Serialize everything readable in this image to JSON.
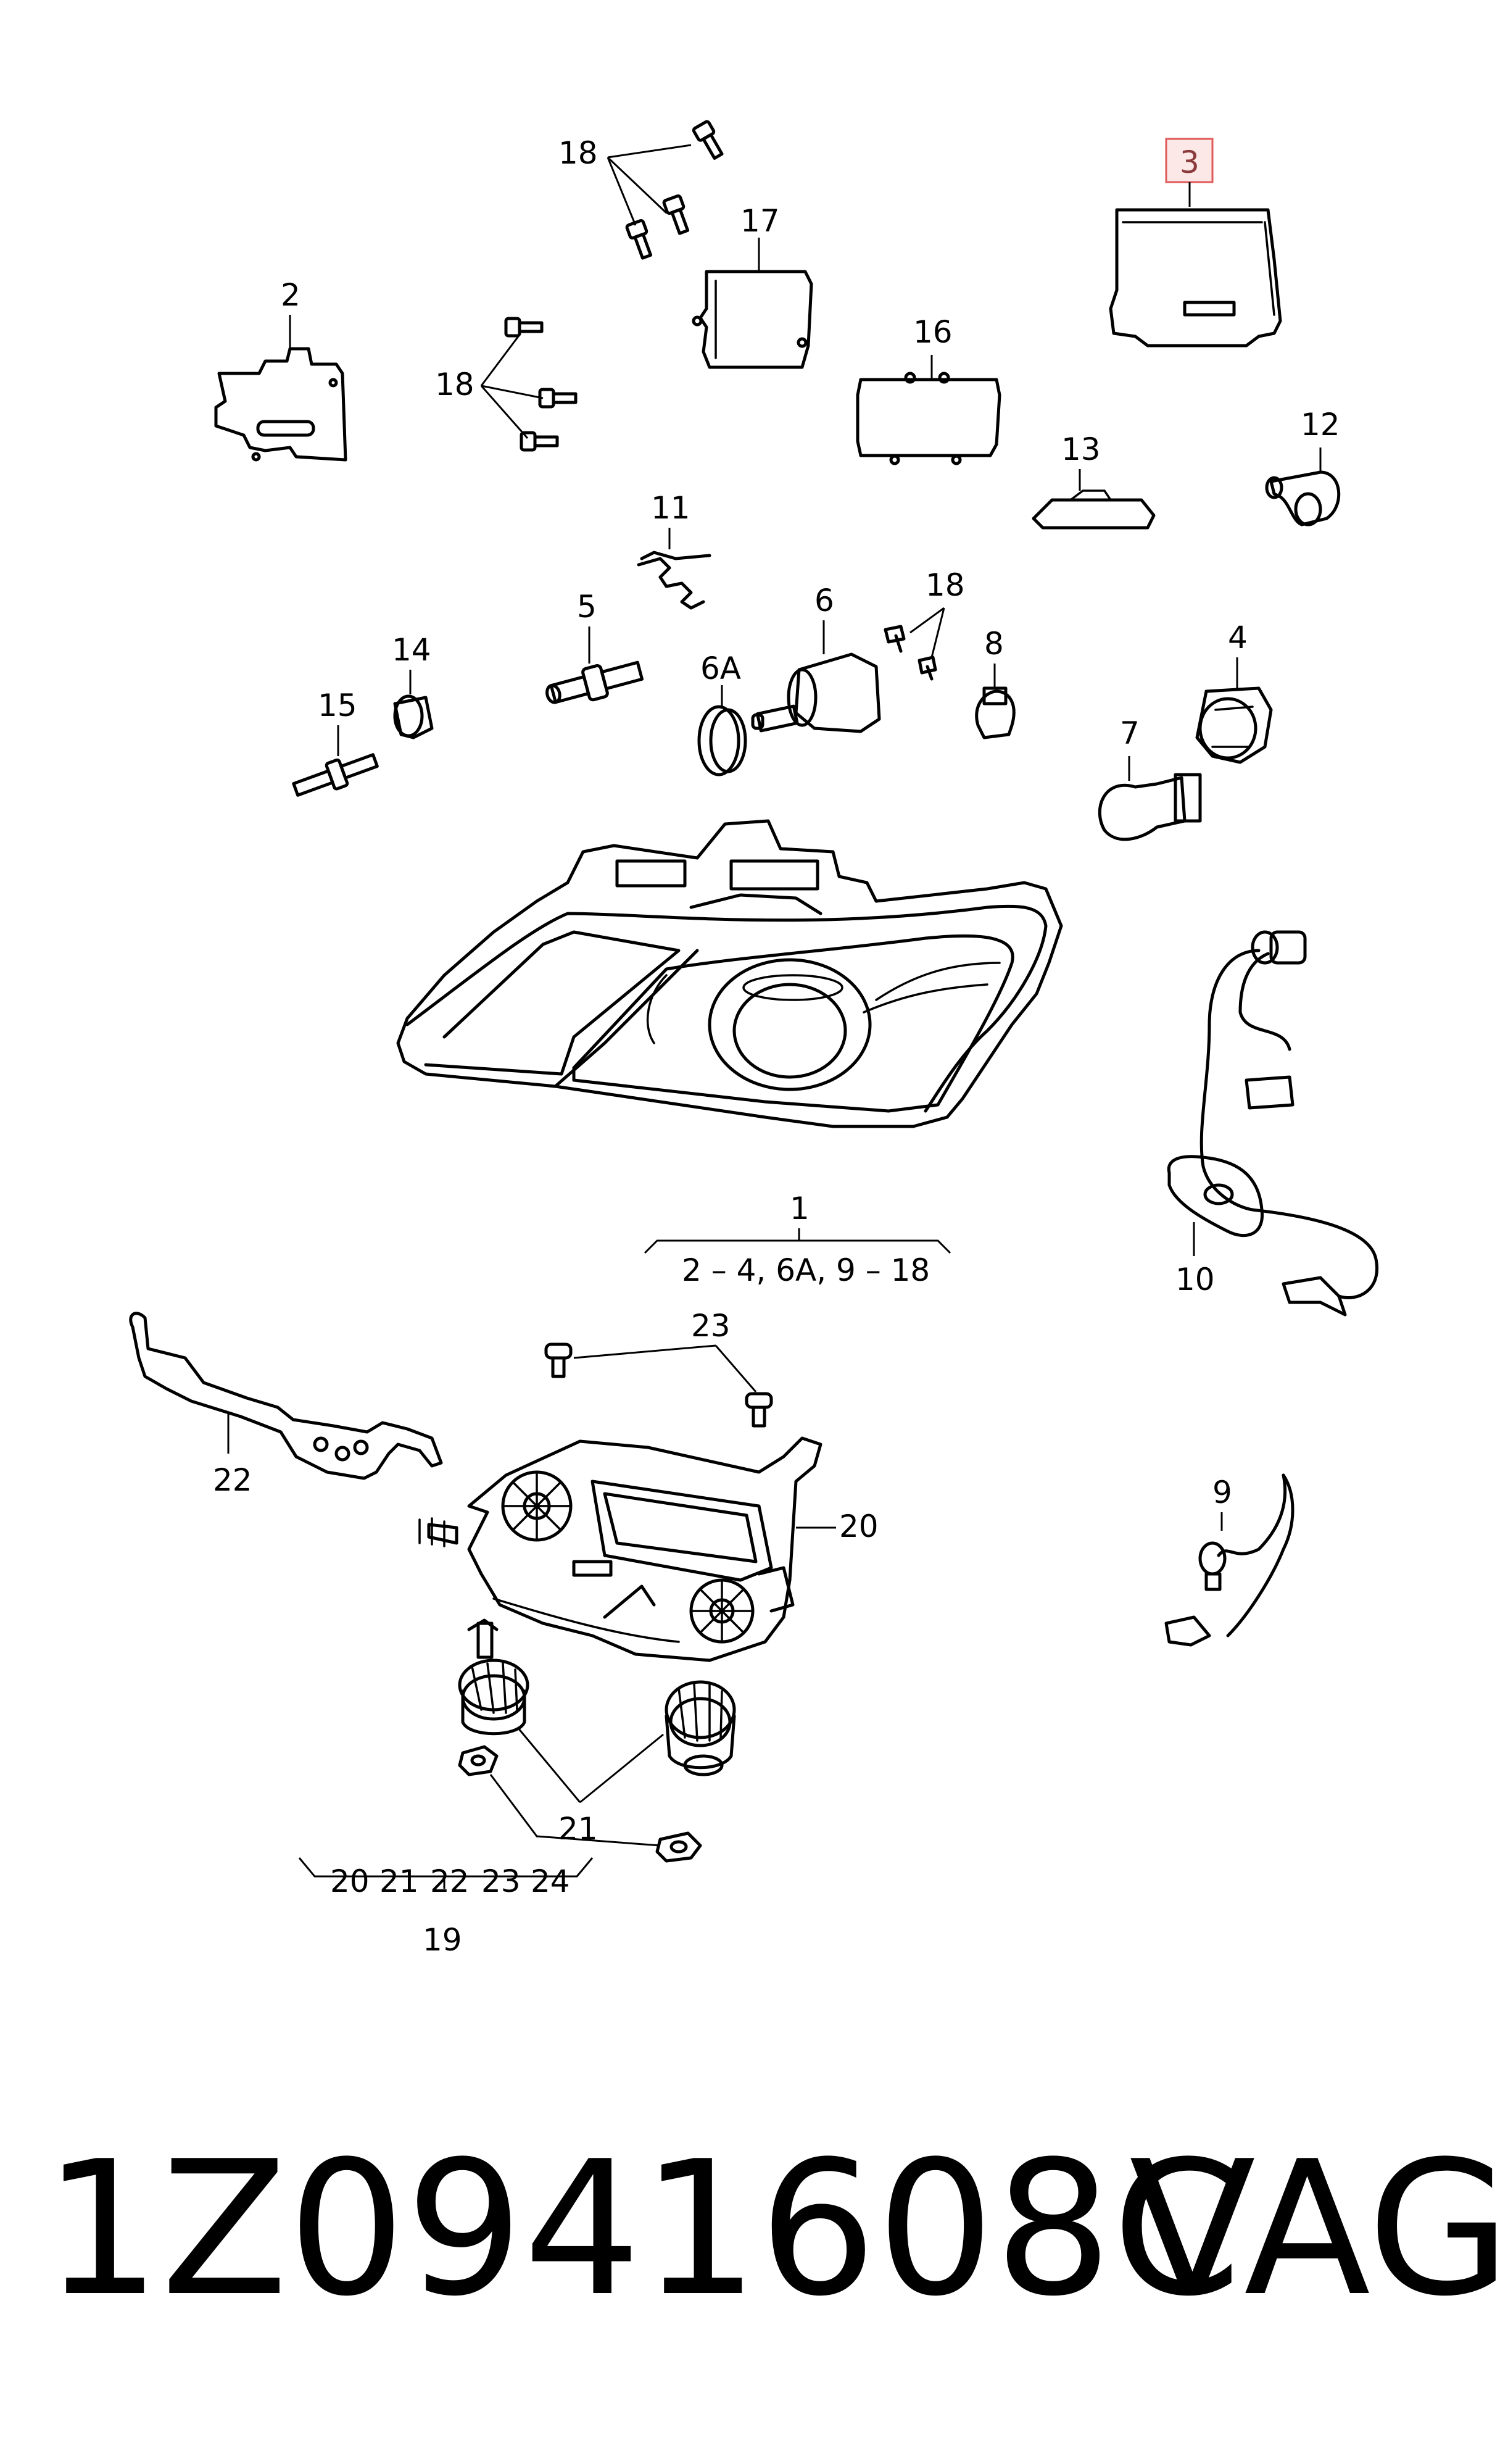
{
  "callouts": {
    "c1": "1",
    "c1_group": "2 – 4, 6A, 9 – 18",
    "c2": "2",
    "c3": "3",
    "c4": "4",
    "c5": "5",
    "c6": "6",
    "c6a": "6A",
    "c7": "7",
    "c8": "8",
    "c9": "9",
    "c10": "10",
    "c11": "11",
    "c12": "12",
    "c13": "13",
    "c14": "14",
    "c15": "15",
    "c16": "16",
    "c17": "17",
    "c18a": "18",
    "c18b": "18",
    "c18c": "18",
    "c19": "19",
    "c19_group": [
      "20",
      "21",
      "22",
      "23",
      "24"
    ],
    "c20": "20",
    "c21": "21",
    "c22": "22",
    "c23": "23"
  },
  "highlight_color": "#e05a5a",
  "part_number": "1Z0941608C",
  "brand": "VAG"
}
